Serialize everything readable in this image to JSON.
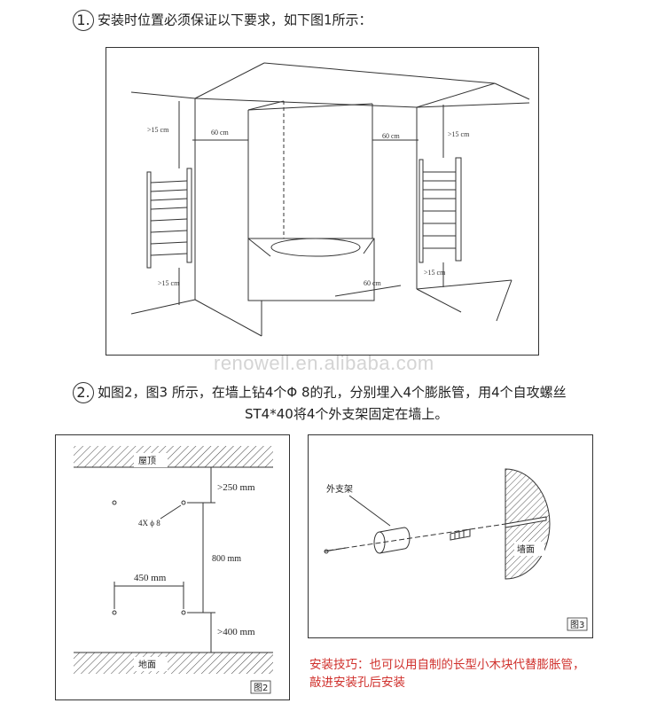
{
  "step1": {
    "num": "1.",
    "text": "安装时位置必须保证以下要求，如下图1所示："
  },
  "fig1": {
    "labels": {
      "left_top": ">15 cm",
      "left_gap": "60 cm",
      "left_bottom": ">15 cm",
      "right_gap": "60 cm",
      "right_top": ">15 cm",
      "right_bottom": ">15 cm",
      "tub_gap": "60 cm"
    }
  },
  "watermark": "renowell.en.alibaba.com",
  "step2": {
    "num": "2.",
    "line1": "如图2，图3 所示，在墙上钻4个Φ 8的孔，分别埋入4个膨胀管，用4个自攻螺丝",
    "line2": "ST4*40将4个外支架固定在墙上。"
  },
  "fig2": {
    "ceiling": "屋顶",
    "floor": "地面",
    "top_dim": ">250 mm",
    "hole_label": "4X ϕ 8",
    "height_dim": "800 mm",
    "width_dim": "450 mm",
    "bottom_dim": ">400 mm",
    "caption": "图2"
  },
  "fig3": {
    "bracket": "外支架",
    "wall": "墙面",
    "caption": "图3"
  },
  "tip": {
    "line1": "安装技巧：也可以用自制的长型小木块代替膨胀管，",
    "line2": "敲进安装孔后安装"
  }
}
